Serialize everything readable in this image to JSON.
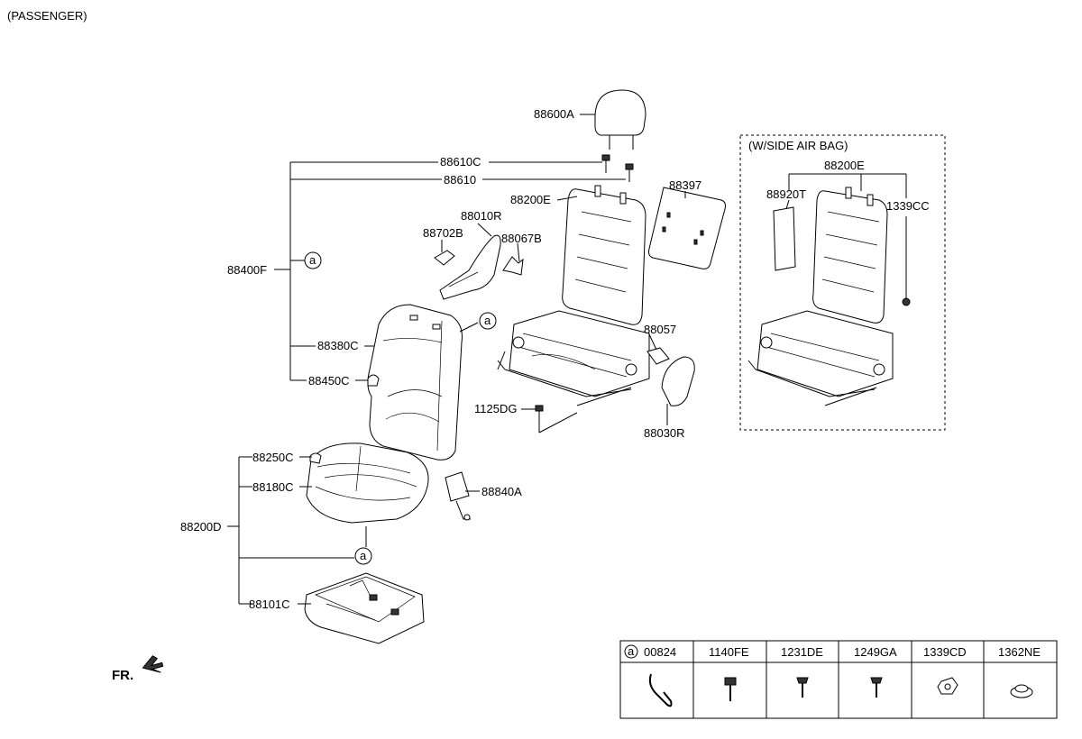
{
  "header": {
    "variant": "(PASSENGER)"
  },
  "inset": {
    "title": "(W/SIDE AIR BAG)"
  },
  "labels": {
    "p88600A": "88600A",
    "p88610C": "88610C",
    "p88610": "88610",
    "p88200E": "88200E",
    "p88397": "88397",
    "p88010R": "88010R",
    "p88702B": "88702B",
    "p88067B": "88067B",
    "p88400F": "88400F",
    "p88380C": "88380C",
    "p88450C": "88450C",
    "p88057": "88057",
    "p1125DG": "1125DG",
    "p88030R": "88030R",
    "p88250C": "88250C",
    "p88180C": "88180C",
    "p88840A": "88840A",
    "p88200D": "88200D",
    "p88101C": "88101C",
    "inset_88200E": "88200E",
    "inset_88920T": "88920T",
    "inset_1339CC": "1339CC"
  },
  "callout": {
    "letter": "a"
  },
  "fr": {
    "label": "FR."
  },
  "fastener_table": {
    "headers": [
      "00824",
      "1140FE",
      "1231DE",
      "1249GA",
      "1339CD",
      "1362NE"
    ],
    "first_header_callout": "a"
  }
}
